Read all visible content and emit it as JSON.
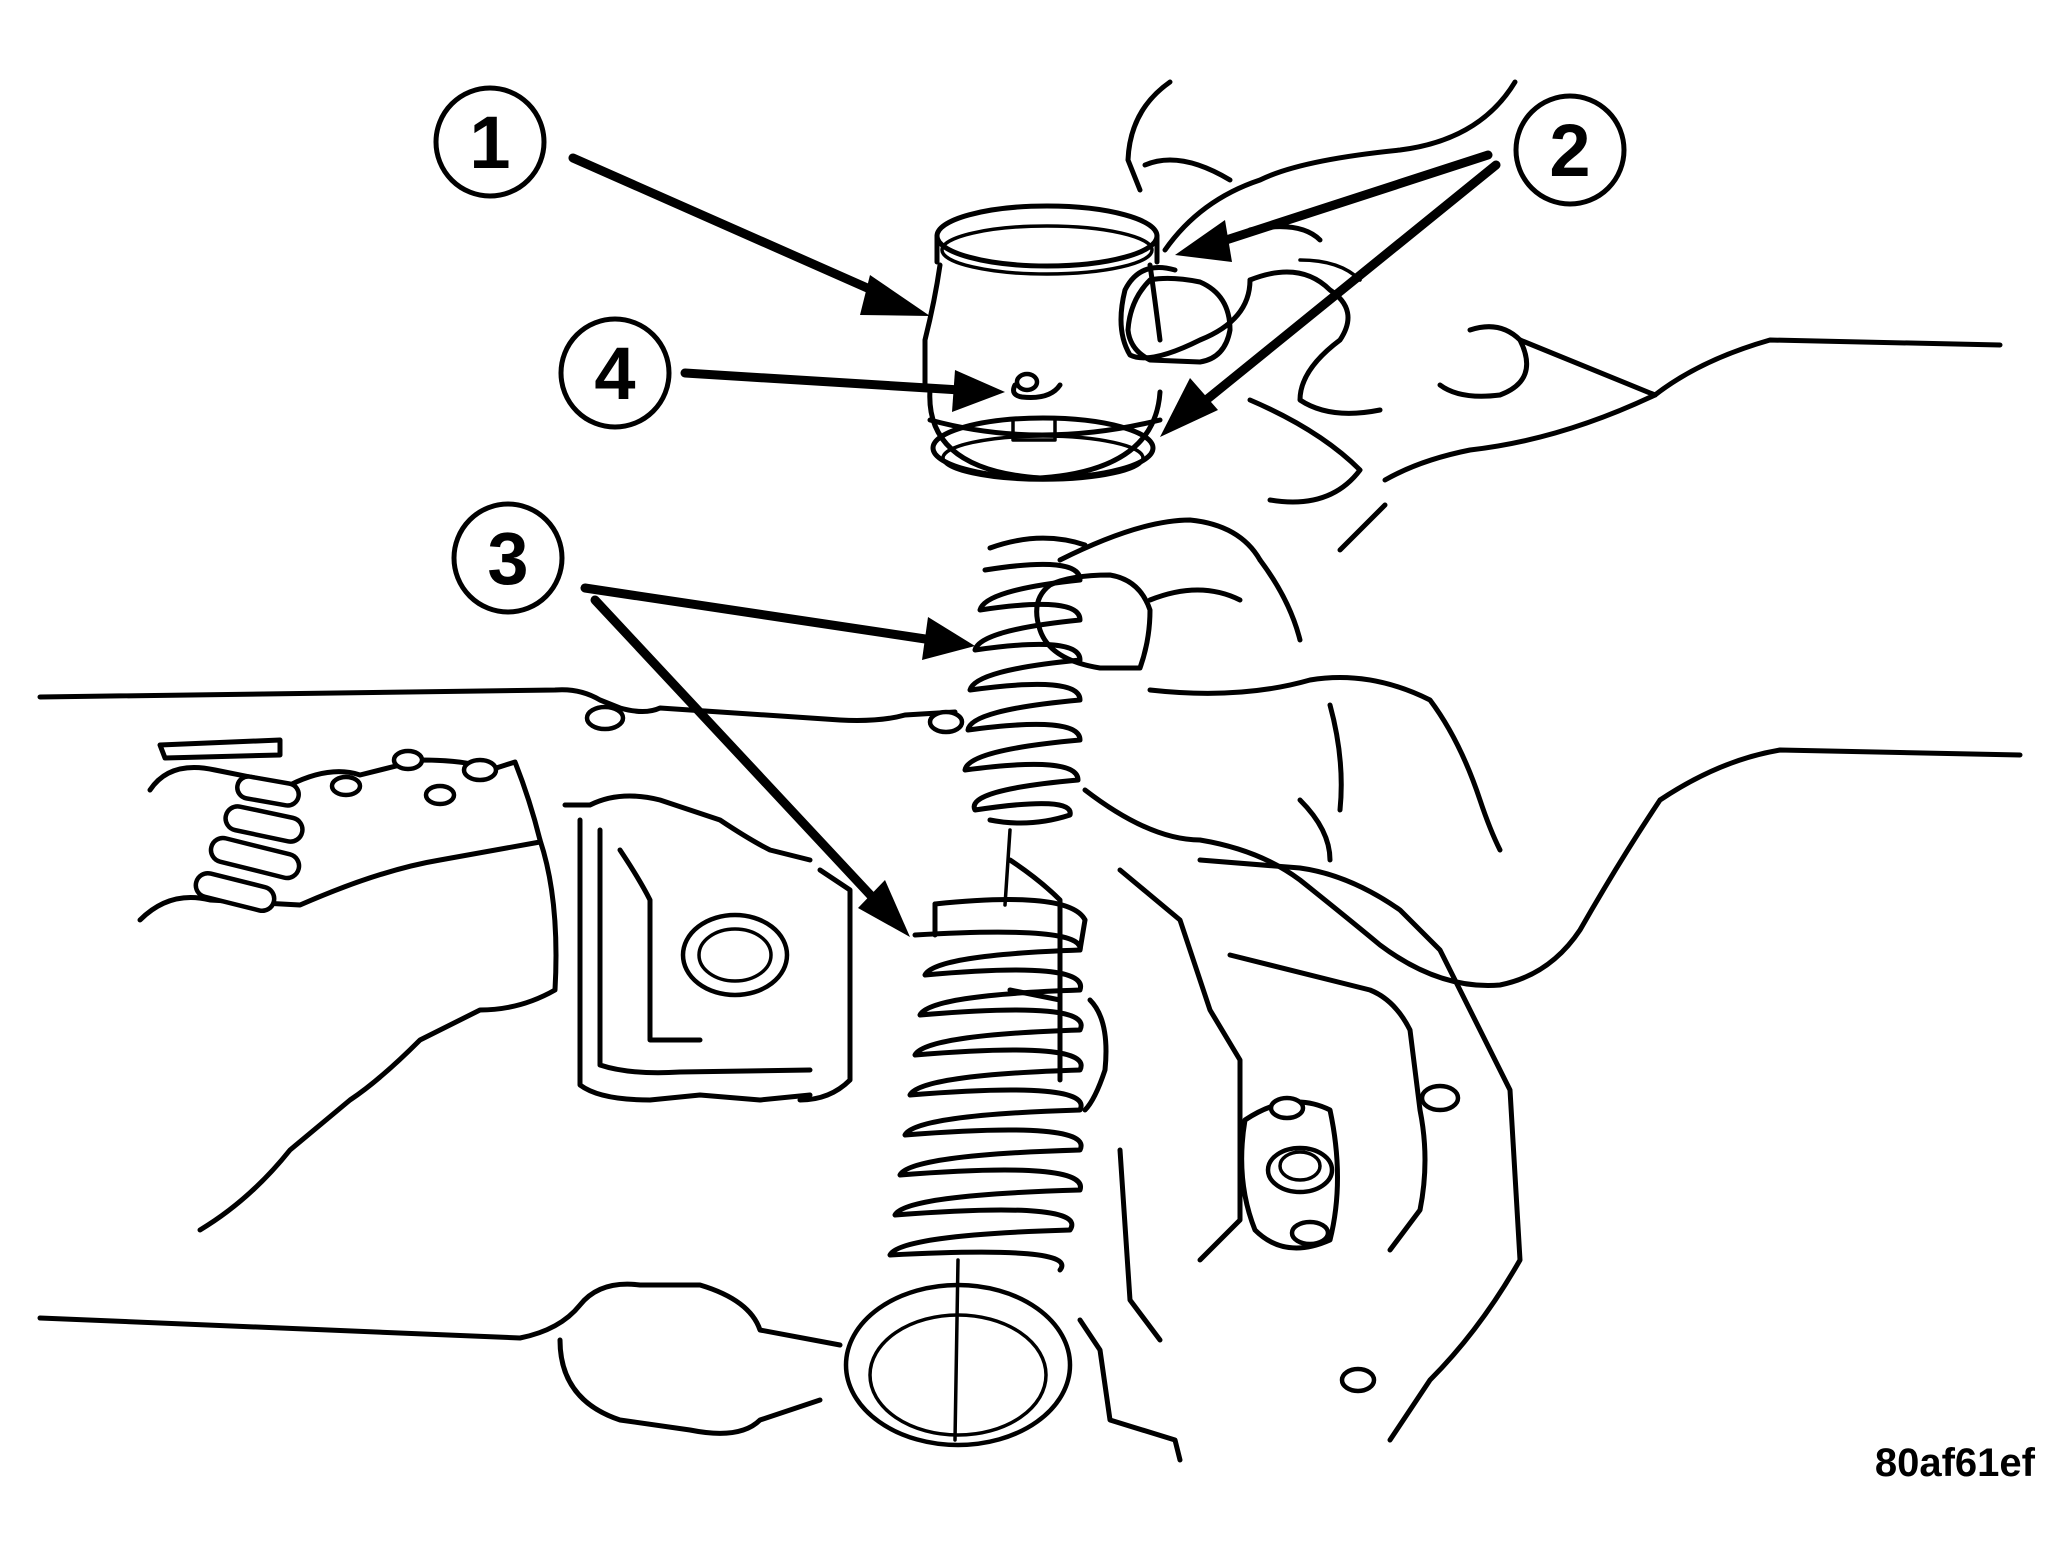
{
  "callouts": [
    {
      "label": "1"
    },
    {
      "label": "2"
    },
    {
      "label": "3"
    },
    {
      "label": "4"
    }
  ],
  "figure_id": "80af61ef"
}
